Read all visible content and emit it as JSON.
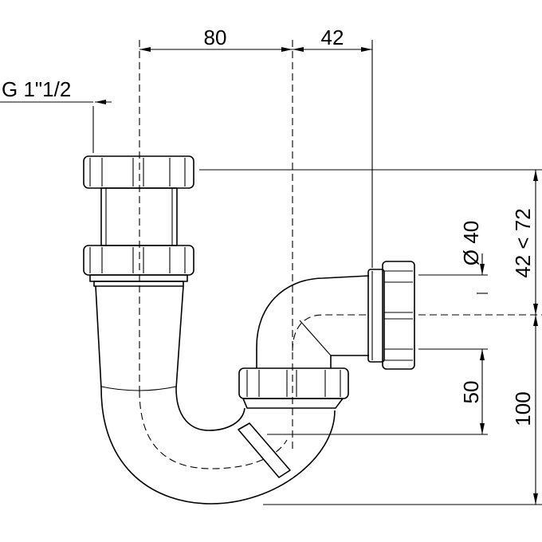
{
  "drawing": {
    "top_dimensions": {
      "center_distance": "80",
      "outlet_offset": "42"
    },
    "thread_label": "G 1\"1/2",
    "right_dimensions": {
      "outlet_diameter": "Ø 40",
      "adjustable_height": "42 < 72",
      "outlet_to_plug": "50",
      "total_height": "100"
    }
  }
}
